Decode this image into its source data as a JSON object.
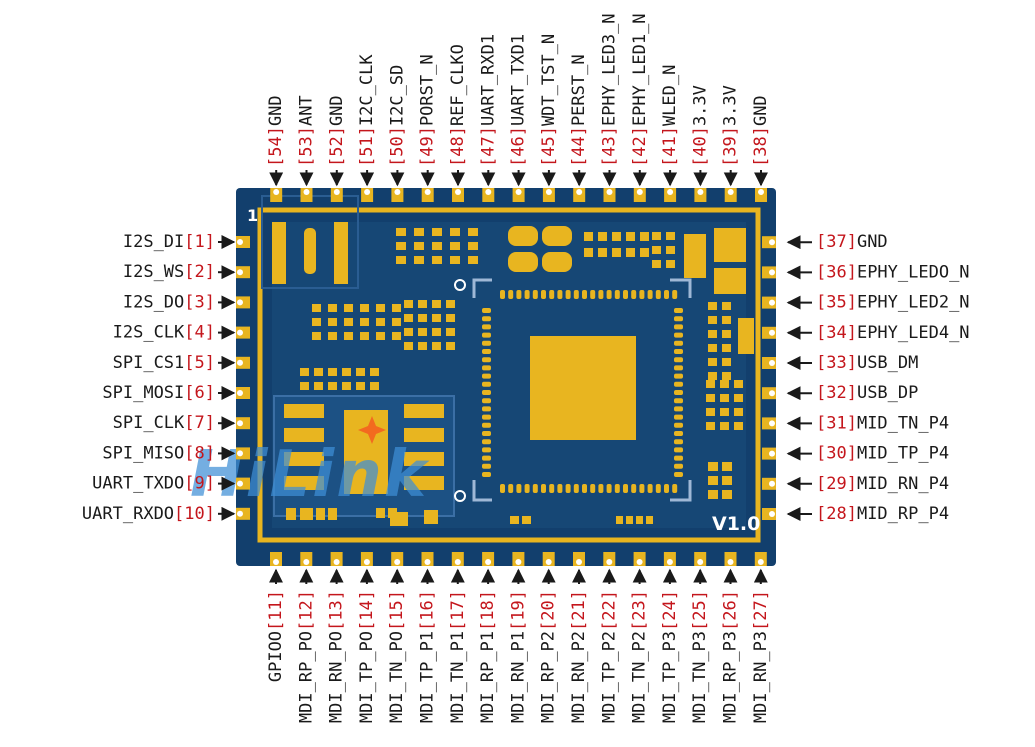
{
  "board": {
    "corner_mark": "1",
    "version": "V1.0",
    "logo": "HiLink",
    "colors": {
      "pcb": "#123f6d",
      "pad": "#e8b520",
      "trace": "#1f5588",
      "pin_number": "#c4161c",
      "arrow": "#1a1a1a"
    }
  },
  "pins": {
    "left": [
      {
        "num": "[1]",
        "name": "I2S_DI"
      },
      {
        "num": "[2]",
        "name": "I2S_WS"
      },
      {
        "num": "[3]",
        "name": "I2S_DO"
      },
      {
        "num": "[4]",
        "name": "I2S_CLK"
      },
      {
        "num": "[5]",
        "name": "SPI_CS1"
      },
      {
        "num": "[6]",
        "name": "SPI_MOSI"
      },
      {
        "num": "[7]",
        "name": "SPI_CLK"
      },
      {
        "num": "[8]",
        "name": "SPI_MISO"
      },
      {
        "num": "[9]",
        "name": "UART_TXDO"
      },
      {
        "num": "[10]",
        "name": "UART_RXDO"
      }
    ],
    "bottom": [
      {
        "num": "[11]",
        "name": "GPIOO"
      },
      {
        "num": "[12]",
        "name": "MDI_RP_PO"
      },
      {
        "num": "[13]",
        "name": "MDI_RN_PO"
      },
      {
        "num": "[14]",
        "name": "MDI_TP_PO"
      },
      {
        "num": "[15]",
        "name": "MDI_TN_PO"
      },
      {
        "num": "[16]",
        "name": "MDI_TP_P1"
      },
      {
        "num": "[17]",
        "name": "MDI_TN_P1"
      },
      {
        "num": "[18]",
        "name": "MDI_RP_P1"
      },
      {
        "num": "[19]",
        "name": "MDI_RN_P1"
      },
      {
        "num": "[20]",
        "name": "MDI_RP_P2"
      },
      {
        "num": "[21]",
        "name": "MDI_RN_P2"
      },
      {
        "num": "[22]",
        "name": "MDI_TP_P2"
      },
      {
        "num": "[23]",
        "name": "MDI_TN_P2"
      },
      {
        "num": "[24]",
        "name": "MDI_TP_P3"
      },
      {
        "num": "[25]",
        "name": "MDI_TN_P3"
      },
      {
        "num": "[26]",
        "name": "MDI_RP_P3"
      },
      {
        "num": "[27]",
        "name": "MDI_RN_P3"
      }
    ],
    "right": [
      {
        "num": "[28]",
        "name": "MID_RP_P4"
      },
      {
        "num": "[29]",
        "name": "MID_RN_P4"
      },
      {
        "num": "[30]",
        "name": "MID_TP_P4"
      },
      {
        "num": "[31]",
        "name": "MID_TN_P4"
      },
      {
        "num": "[32]",
        "name": "USB_DP"
      },
      {
        "num": "[33]",
        "name": "USB_DM"
      },
      {
        "num": "[34]",
        "name": "EPHY_LED4_N"
      },
      {
        "num": "[35]",
        "name": "EPHY_LED2_N"
      },
      {
        "num": "[36]",
        "name": "EPHY_LEDO_N"
      },
      {
        "num": "[37]",
        "name": "GND"
      }
    ],
    "top": [
      {
        "num": "[38]",
        "name": "GND"
      },
      {
        "num": "[39]",
        "name": "3.3V"
      },
      {
        "num": "[40]",
        "name": "3.3V"
      },
      {
        "num": "[41]",
        "name": "WLED_N"
      },
      {
        "num": "[42]",
        "name": "EPHY_LED1_N"
      },
      {
        "num": "[43]",
        "name": "EPHY_LED3_N"
      },
      {
        "num": "[44]",
        "name": "PERST_N"
      },
      {
        "num": "[45]",
        "name": "WDT_TST_N"
      },
      {
        "num": "[46]",
        "name": "UART_TXD1"
      },
      {
        "num": "[47]",
        "name": "UART_RXD1"
      },
      {
        "num": "[48]",
        "name": "REF_CLKO"
      },
      {
        "num": "[49]",
        "name": "PORST_N"
      },
      {
        "num": "[50]",
        "name": "I2C_SD"
      },
      {
        "num": "[51]",
        "name": "I2C_CLK"
      },
      {
        "num": "[52]",
        "name": "GND"
      },
      {
        "num": "[53]",
        "name": "ANT"
      },
      {
        "num": "[54]",
        "name": "GND"
      }
    ]
  }
}
